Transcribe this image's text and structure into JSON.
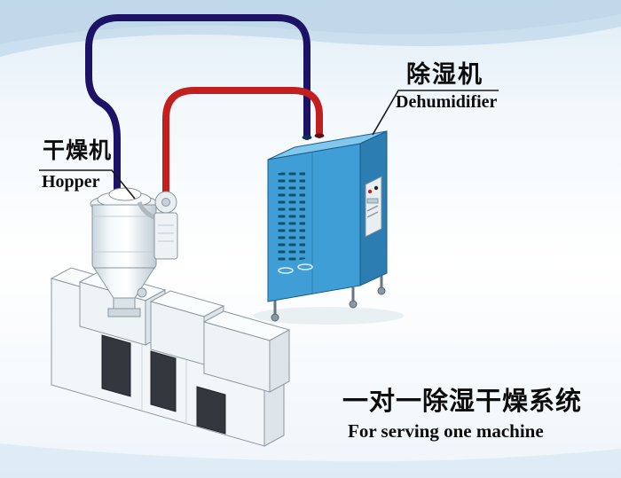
{
  "labels": {
    "dehumidifier": {
      "zh": "除湿机",
      "en": "Dehumidifier"
    },
    "dryer": {
      "zh": "干燥机",
      "en": "Hopper"
    },
    "caption": {
      "zh": "一对一除湿干燥系统",
      "en": "For serving one machine"
    }
  },
  "colors": {
    "pipe_red": "#c2201f",
    "pipe_navy": "#1c1366",
    "cabinet_front": "#3f9ed6",
    "cabinet_side": "#2b7db2",
    "cabinet_top": "#82c8ee",
    "background_wave": "#c6dcec"
  },
  "components": [
    "dehumidifier-unit",
    "hopper-dryer",
    "extruder-machine",
    "dry-air-pipe-red",
    "return-air-pipe-navy"
  ]
}
